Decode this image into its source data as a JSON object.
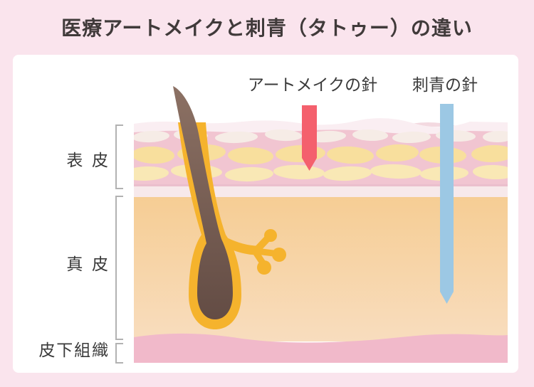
{
  "title": "医療アートメイクと刺青（タトゥー）の違い",
  "needles": {
    "artmakeup": {
      "label": "アートメイクの針",
      "color": "#F4606D",
      "depth": "表皮"
    },
    "tattoo": {
      "label": "刺青の針",
      "color": "#9CC8E4",
      "depth": "真皮"
    }
  },
  "layers": [
    {
      "id": "epidermis",
      "label": "表皮"
    },
    {
      "id": "dermis",
      "label": "真皮"
    },
    {
      "id": "subcutaneous",
      "label": "皮下組織"
    }
  ],
  "colors": {
    "page_background": "#FAE4ED",
    "card_background": "#FFFFFF",
    "title_text": "#403A3A",
    "label_text": "#3A3A3A",
    "bracket": "#B2B2B2",
    "skin_surface_band": "#FAEEF2",
    "epidermis_band": "#F1C5D1",
    "epidermis_cells_white": "#F6ECE6",
    "epidermis_cells_yellow": "#F8DF9D",
    "epidermis_cells_pale": "#F9E8B5",
    "basal_band": "#F7E9EB",
    "dermis_top": "#F6CD94",
    "dermis_bottom": "#F8DDBE",
    "subcutaneous_band": "#F1B9CA",
    "hair_shaft": "#6A5147",
    "hair_follicle_sheath": "#F5B32D"
  }
}
